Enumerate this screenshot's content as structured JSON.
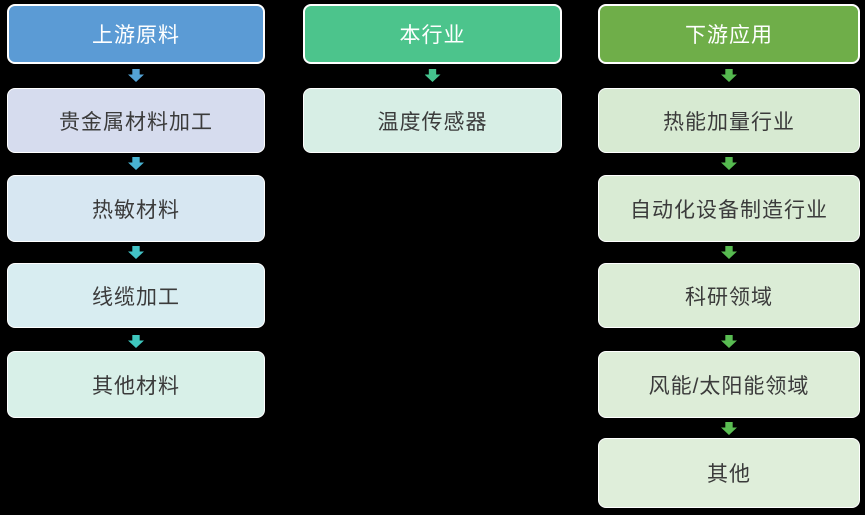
{
  "page": {
    "background": "#000000",
    "box_border": "#FFFFFF"
  },
  "columns": [
    {
      "id": "upstream",
      "header": {
        "label": "上游原料",
        "bg": "#5B9BD5",
        "text_color": "#FFFFFF"
      },
      "items": [
        {
          "label": "贵金属材料加工",
          "bg": "#D6DCEE"
        },
        {
          "label": "热敏材料",
          "bg": "#D7E7F2"
        },
        {
          "label": "线缆加工",
          "bg": "#D8EDF1"
        },
        {
          "label": "其他材料",
          "bg": "#D8F0E8"
        }
      ],
      "arrows": [
        "#54A3D6",
        "#49B3D2",
        "#43C3C7",
        "#3FC7BE"
      ]
    },
    {
      "id": "industry",
      "header": {
        "label": "本行业",
        "bg": "#4CC48C",
        "text_color": "#FFFFFF"
      },
      "items": [
        {
          "label": "温度传感器",
          "bg": "#D7EEE5"
        }
      ],
      "arrows": [
        "#45C48E"
      ]
    },
    {
      "id": "downstream",
      "header": {
        "label": "下游应用",
        "bg": "#6FAE49",
        "text_color": "#FFFFFF"
      },
      "items": [
        {
          "label": "热能加量行业",
          "bg": "#D7EAD2"
        },
        {
          "label": "自动化设备制造行业",
          "bg": "#D9EBD4"
        },
        {
          "label": "科研领域",
          "bg": "#DBECD6"
        },
        {
          "label": "风能/太阳能领域",
          "bg": "#DDEDD8"
        },
        {
          "label": "其他",
          "bg": "#DFEEDA"
        }
      ],
      "arrows": [
        "#55B94F",
        "#55B94F",
        "#57BA50",
        "#59BC52",
        "#5BBD53"
      ]
    }
  ]
}
